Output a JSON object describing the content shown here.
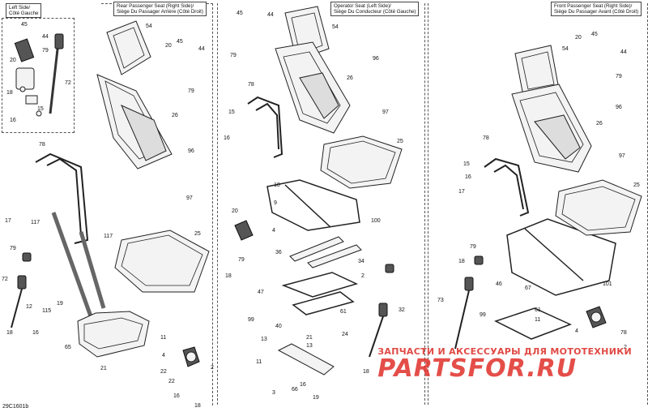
{
  "panels": {
    "left_side": "Left Side/\nCôté Gauche",
    "rear_passenger": "Rear Passenger Seat (Right Side)/\nSiège Du Passager Arrière (Côté Droit)",
    "operator": "Operator Seat (Left Side)/\nSiège Du Conducteur (Côté Gauche)",
    "front_passenger": "Front Passenger Seat (Right Side)/\nSiège Du Passager Avant (Côté Droit)"
  },
  "doc_number": "29C1601b",
  "watermark": {
    "line1": "ЗАПЧАСТИ И АКСЕССУАРЫ ДЛЯ МОТОТЕХНИКИ",
    "line2": "PARTSFOR.RU"
  },
  "callouts": {
    "c1": "45",
    "c2": "44",
    "c3": "20",
    "c4": "79",
    "c5": "72",
    "c6": "18",
    "c7": "15",
    "c8": "16",
    "c9": "54",
    "c10": "45",
    "c11": "44",
    "c12": "20",
    "c13": "79",
    "c14": "26",
    "c15": "96",
    "c16": "78",
    "c17": "17",
    "c18": "117",
    "c19": "117",
    "c20": "97",
    "c21": "25",
    "c22": "79",
    "c23": "72",
    "c24": "12",
    "c25": "115",
    "c26": "19",
    "c27": "18",
    "c28": "16",
    "c29": "65",
    "c30": "11",
    "c31": "4",
    "c32": "21",
    "c33": "22",
    "c34": "22",
    "c35": "2",
    "c36": "16",
    "c37": "18",
    "c38": "45",
    "c39": "44",
    "c40": "79",
    "c41": "54",
    "c42": "96",
    "c43": "26",
    "c44": "78",
    "c45": "15",
    "c46": "16",
    "c47": "97",
    "c48": "25",
    "c49": "10",
    "c50": "9",
    "c51": "100",
    "c52": "20",
    "c53": "4",
    "c54": "36",
    "c55": "34",
    "c56": "79",
    "c57": "18",
    "c58": "2",
    "c59": "47",
    "c60": "99",
    "c61": "61",
    "c62": "40",
    "c63": "13",
    "c64": "21",
    "c65": "13",
    "c66": "24",
    "c67": "32",
    "c68": "11",
    "c69": "16",
    "c70": "66",
    "c71": "3",
    "c72": "19",
    "c73": "18",
    "c74": "45",
    "c75": "20",
    "c76": "44",
    "c77": "79",
    "c78": "54",
    "c79": "96",
    "c80": "26",
    "c81": "78",
    "c82": "15",
    "c83": "16",
    "c84": "17",
    "c85": "97",
    "c86": "25",
    "c87": "79",
    "c88": "18",
    "c89": "101",
    "c90": "73",
    "c91": "46",
    "c92": "67",
    "c93": "99",
    "c94": "61",
    "c95": "4",
    "c96": "78",
    "c97": "11",
    "c98": "2"
  }
}
